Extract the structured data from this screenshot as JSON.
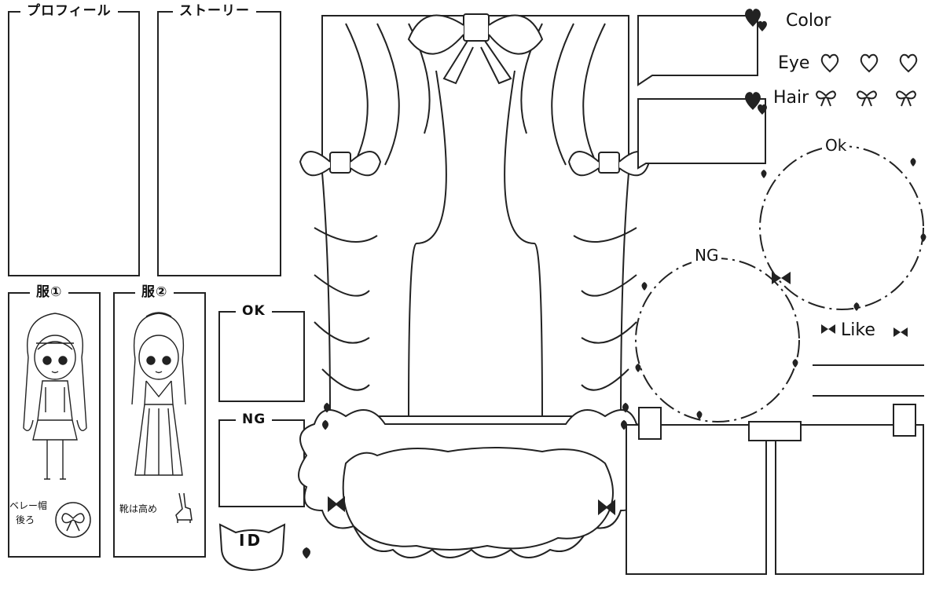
{
  "sheet": {
    "profile_label": "プロフィール",
    "story_label": "ストーリー",
    "outfit1_label": "服①",
    "outfit2_label": "服②",
    "outfit1_note_line1": "ベレー帽",
    "outfit1_note_line2": "後ろ",
    "outfit2_note": "靴は高め",
    "ok_label": "OK",
    "ng_label": "NG",
    "id_label": "ID",
    "color_label": "Color",
    "eye_label": "Eye",
    "hair_label": "Hair",
    "ok_circle_label": "Ok",
    "ng_circle_label": "NG",
    "like_label": "Like"
  },
  "icons": {
    "eye_swatches": [
      "heart-outline-icon",
      "heart-outline-icon",
      "heart-outline-icon"
    ],
    "hair_swatches": [
      "bow-outline-icon",
      "bow-outline-icon",
      "bow-outline-icon"
    ]
  },
  "colors": {
    "ink": "#222222",
    "paper": "#ffffff"
  }
}
